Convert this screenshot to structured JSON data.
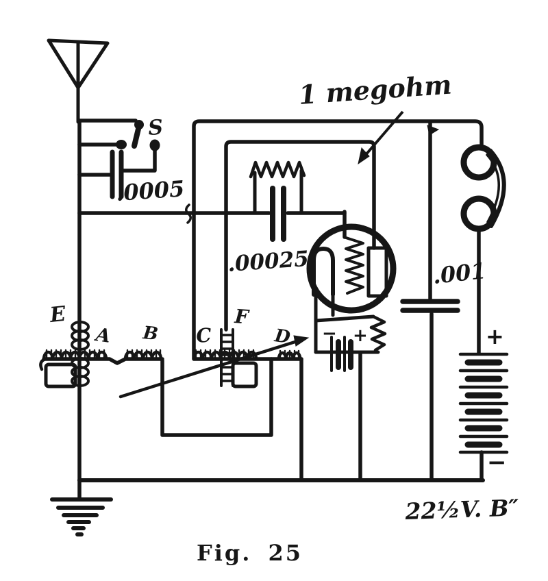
{
  "paper_color": "#ffffff",
  "ink_color": "#161616",
  "caption": "Fig. 25",
  "labels": {
    "switch": "S",
    "antenna_series_capacitor": ".0005",
    "grid_capacitor": ".00025",
    "grid_leak_resistor": "1 megohm",
    "plate_bypass_capacitor": ".001",
    "b_battery_voltage": "22½V. B″",
    "a_battery_minus": "−",
    "a_battery_plus": "+",
    "b_battery_plus": "+",
    "b_battery_minus": "−",
    "coil_e": "E",
    "coil_a": "A",
    "coil_b": "B",
    "coil_c": "C",
    "coil_f": "F",
    "coil_d": "D"
  }
}
